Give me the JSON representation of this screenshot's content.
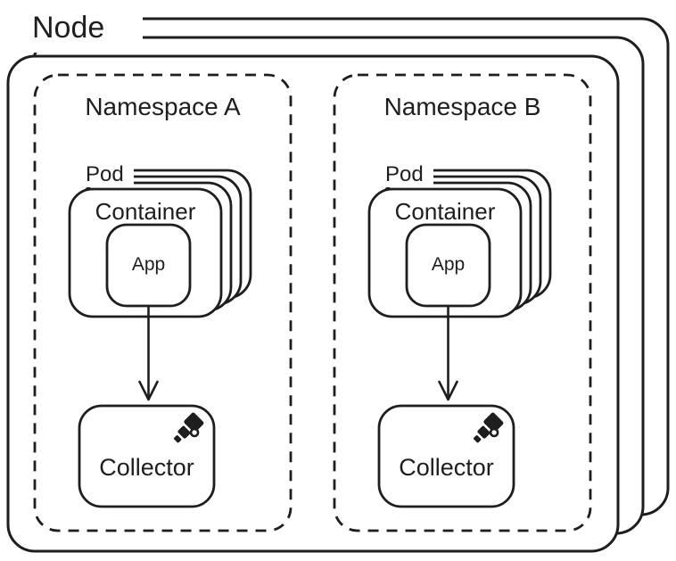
{
  "node": {
    "label": "Node",
    "stack_layers": 3
  },
  "namespaces": [
    {
      "label": "Namespace A",
      "pod": {
        "label": "Pod",
        "stack_layers": 4,
        "container": {
          "label": "Container",
          "app": {
            "label": "App"
          }
        }
      },
      "collector": {
        "label": "Collector",
        "icon": "telescope-icon"
      }
    },
    {
      "label": "Namespace B",
      "pod": {
        "label": "Pod",
        "stack_layers": 4,
        "container": {
          "label": "Container",
          "app": {
            "label": "App"
          }
        }
      },
      "collector": {
        "label": "Collector",
        "icon": "telescope-icon"
      }
    }
  ],
  "colors": {
    "stroke": "#1e1e1e",
    "background": "#ffffff"
  }
}
